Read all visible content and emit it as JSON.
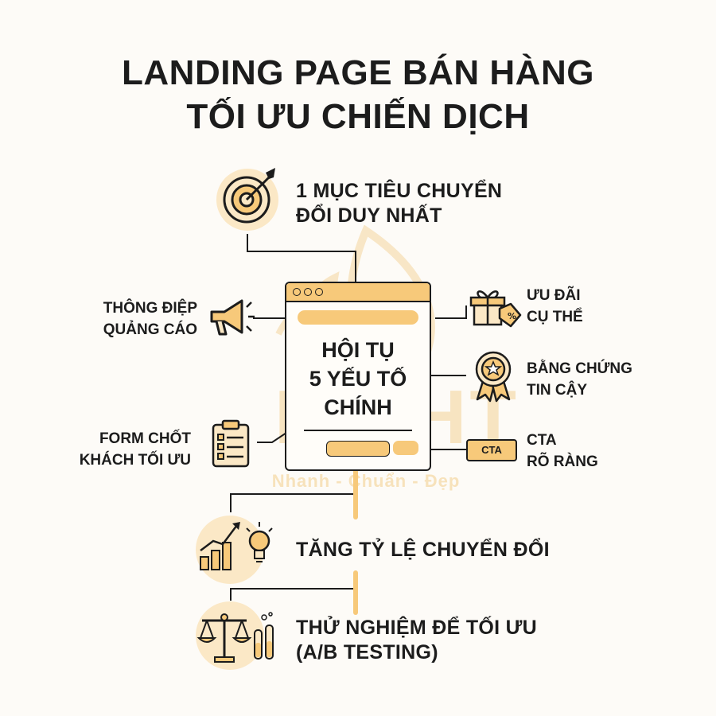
{
  "title": {
    "line1": "LANDING PAGE BÁN HÀNG",
    "line2": "TỐI ƯU CHIẾN DỊCH"
  },
  "watermark": {
    "logo": "LIGHT",
    "slogan": "Nhanh - Chuẩn - Đẹp"
  },
  "center": {
    "line1": "HỘI TỤ",
    "line2": "5 YẾU TỐ",
    "line3": "CHÍNH"
  },
  "items": {
    "goal": {
      "line1": "1 MỤC TIÊU CHUYỂN",
      "line2": "ĐỔI DUY NHẤT",
      "icon": "target-icon"
    },
    "message": {
      "line1": "THÔNG ĐIỆP",
      "line2": "QUẢNG CÁO",
      "icon": "megaphone-icon"
    },
    "offer": {
      "line1": "ƯU ĐÃI",
      "line2": "CỤ THỂ",
      "icon": "gift-icon"
    },
    "proof": {
      "line1": "BẰNG CHỨNG",
      "line2": "TIN CẬY",
      "icon": "badge-icon"
    },
    "form": {
      "line1": "FORM CHỐT",
      "line2": "KHÁCH TỐI ƯU",
      "icon": "clipboard-icon"
    },
    "cta": {
      "line1": "CTA",
      "line2": "RÕ RÀNG",
      "icon": "cta-button-icon",
      "button_text": "CTA"
    },
    "conversion": {
      "line1": "TĂNG TỶ LỆ CHUYỂN ĐỔI",
      "icon": "growth-chart-icon"
    },
    "testing": {
      "line1": "THỬ NGHIỆM ĐỂ TỐI ƯU",
      "line2": "(A/B TESTING)",
      "icon": "scale-test-tube-icon"
    }
  },
  "colors": {
    "accent": "#f7c97a",
    "accent_light": "#fbe8c6",
    "ink": "#1c1c1c",
    "background": "#fdfbf7"
  }
}
